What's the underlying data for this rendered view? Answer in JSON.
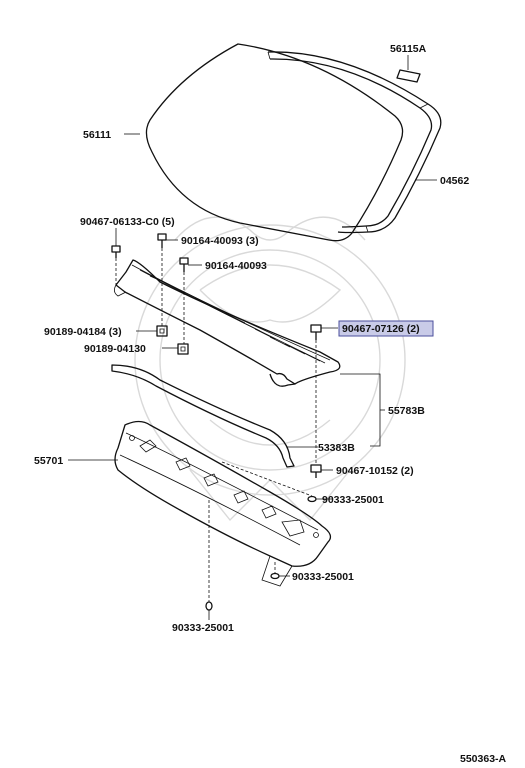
{
  "diagram_id": "550363-A",
  "labels": {
    "p56115A": "56115A",
    "p56111": "56111",
    "p04562": "04562",
    "p90467_06133": "90467-06133-C0 (5)",
    "p90164_40093_3": "90164-40093 (3)",
    "p90164_40093": "90164-40093",
    "p90189_04184": "90189-04184 (3)",
    "p90189_04130": "90189-04130",
    "p90467_07126": "90467-07126 (2)",
    "p55783B": "55783B",
    "p53383B": "53383B",
    "p55701": "55701",
    "p90467_10152": "90467-10152 (2)",
    "p90333_25001_a": "90333-25001",
    "p90333_25001_b": "90333-25001",
    "p90333_25001_c": "90333-25001"
  },
  "highlighted_part": "90467-07126 (2)",
  "colors": {
    "line": "#111111",
    "highlight_fill": "#c9cbe8",
    "highlight_border": "#4b4f9c",
    "watermark": "#d9d9d9"
  }
}
